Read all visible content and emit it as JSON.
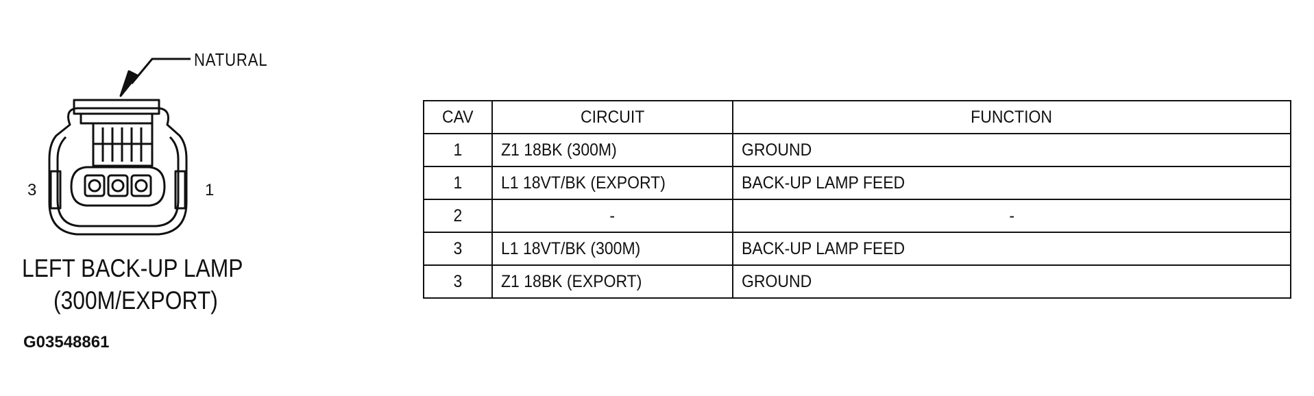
{
  "connector": {
    "color_label": "NATURAL",
    "pin_left": "3",
    "pin_right": "1",
    "name_line1": "LEFT BACK-UP LAMP",
    "name_line2": "(300M/EXPORT)"
  },
  "figure_id": "G03548861",
  "table": {
    "headers": [
      "CAV",
      "CIRCUIT",
      "FUNCTION"
    ],
    "rows": [
      [
        "1",
        "Z1 18BK (300M)",
        "GROUND"
      ],
      [
        "1",
        "L1 18VT/BK (EXPORT)",
        "BACK-UP LAMP FEED"
      ],
      [
        "2",
        "-",
        "-"
      ],
      [
        "3",
        "L1 18VT/BK (300M)",
        "BACK-UP LAMP FEED"
      ],
      [
        "3",
        "Z1 18BK (EXPORT)",
        "GROUND"
      ]
    ]
  }
}
